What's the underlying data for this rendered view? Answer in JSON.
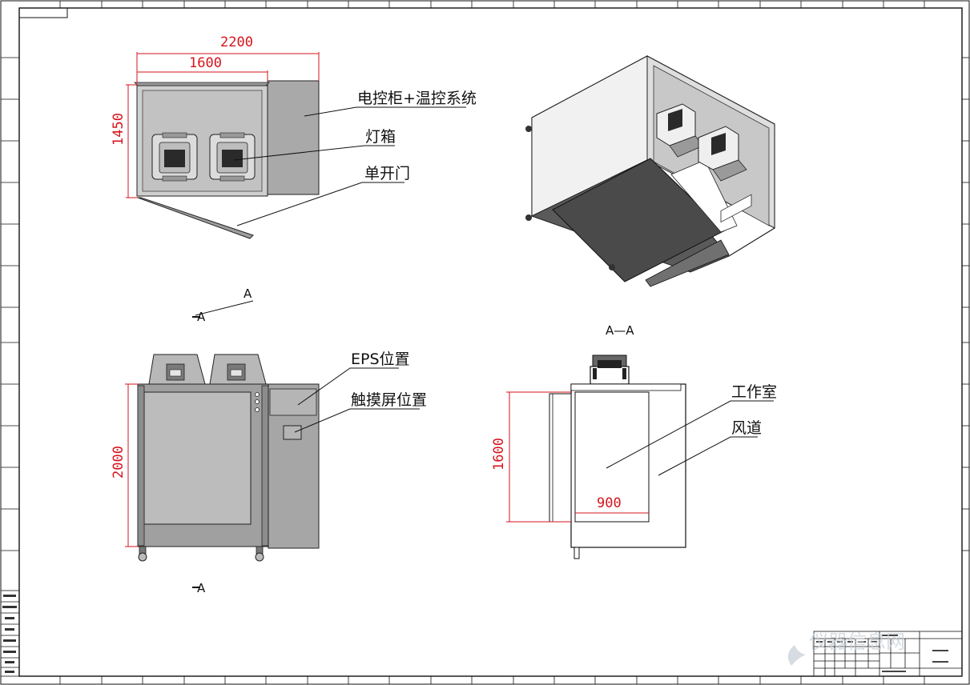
{
  "top_view": {
    "dim_total_width": "2200",
    "dim_chamber_width": "1600",
    "dim_depth": "1450",
    "label_control": "电控柜+温控系统",
    "label_lightbox": "灯箱",
    "label_door": "单开门"
  },
  "section_markers": {
    "marker_upper": "A",
    "marker_left": "A",
    "marker_bottom": "A",
    "section_title": "A—A"
  },
  "front_view": {
    "dim_height": "2000",
    "label_eps": "EPS位置",
    "label_touch": "触摸屏位置"
  },
  "section_view": {
    "dim_height": "1600",
    "dim_width": "900",
    "label_chamber": "工作室",
    "label_duct": "风道"
  },
  "colors": {
    "dimension": "#d6141c",
    "line": "#111111",
    "panel_gray": "#a9a9a9",
    "panel_dark": "#4a4a4a"
  },
  "watermark": "仪器信息网"
}
